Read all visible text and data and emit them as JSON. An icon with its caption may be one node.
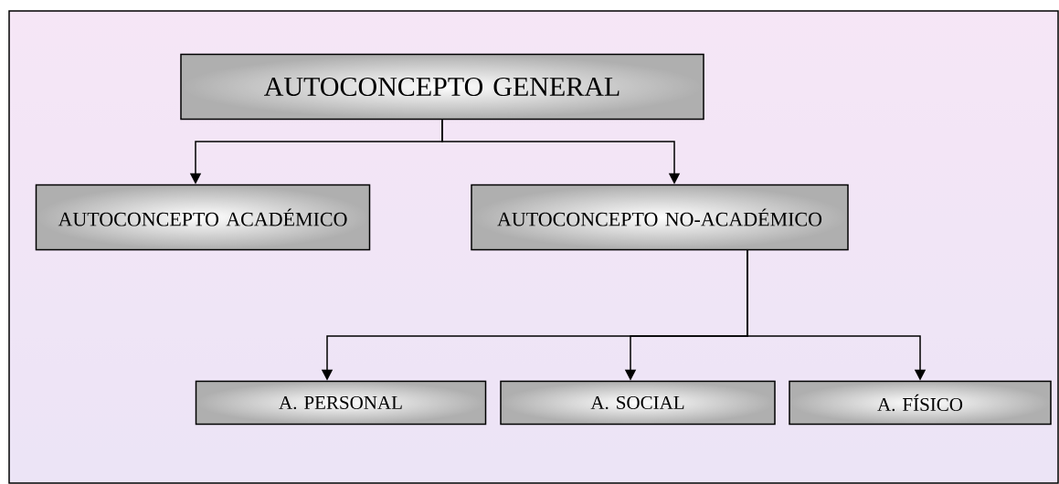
{
  "diagram": {
    "nodes": [
      {
        "text": [
          "AUTOCONCEPTO GENERAL"
        ]
      },
      {
        "text": [
          "AUTOCONCEPTO ACADÉMICO"
        ]
      },
      {
        "text": [
          "AUTOCONCEPTO NO-ACADÉMICO"
        ]
      },
      {
        "text": [
          "A. PERSONAL"
        ]
      },
      {
        "text": [
          "A. SOCIAL"
        ]
      },
      {
        "text": [
          "A. FÍSICO"
        ]
      }
    ],
    "edges": [
      {
        "from": 0,
        "to": 1,
        "arrow": "to"
      },
      {
        "from": 0,
        "to": 2,
        "arrow": "to"
      },
      {
        "from": 2,
        "to": 3,
        "arrow": "to"
      },
      {
        "from": 2,
        "to": 4,
        "arrow": "to"
      },
      {
        "from": 2,
        "to": 5,
        "arrow": "to"
      }
    ]
  }
}
